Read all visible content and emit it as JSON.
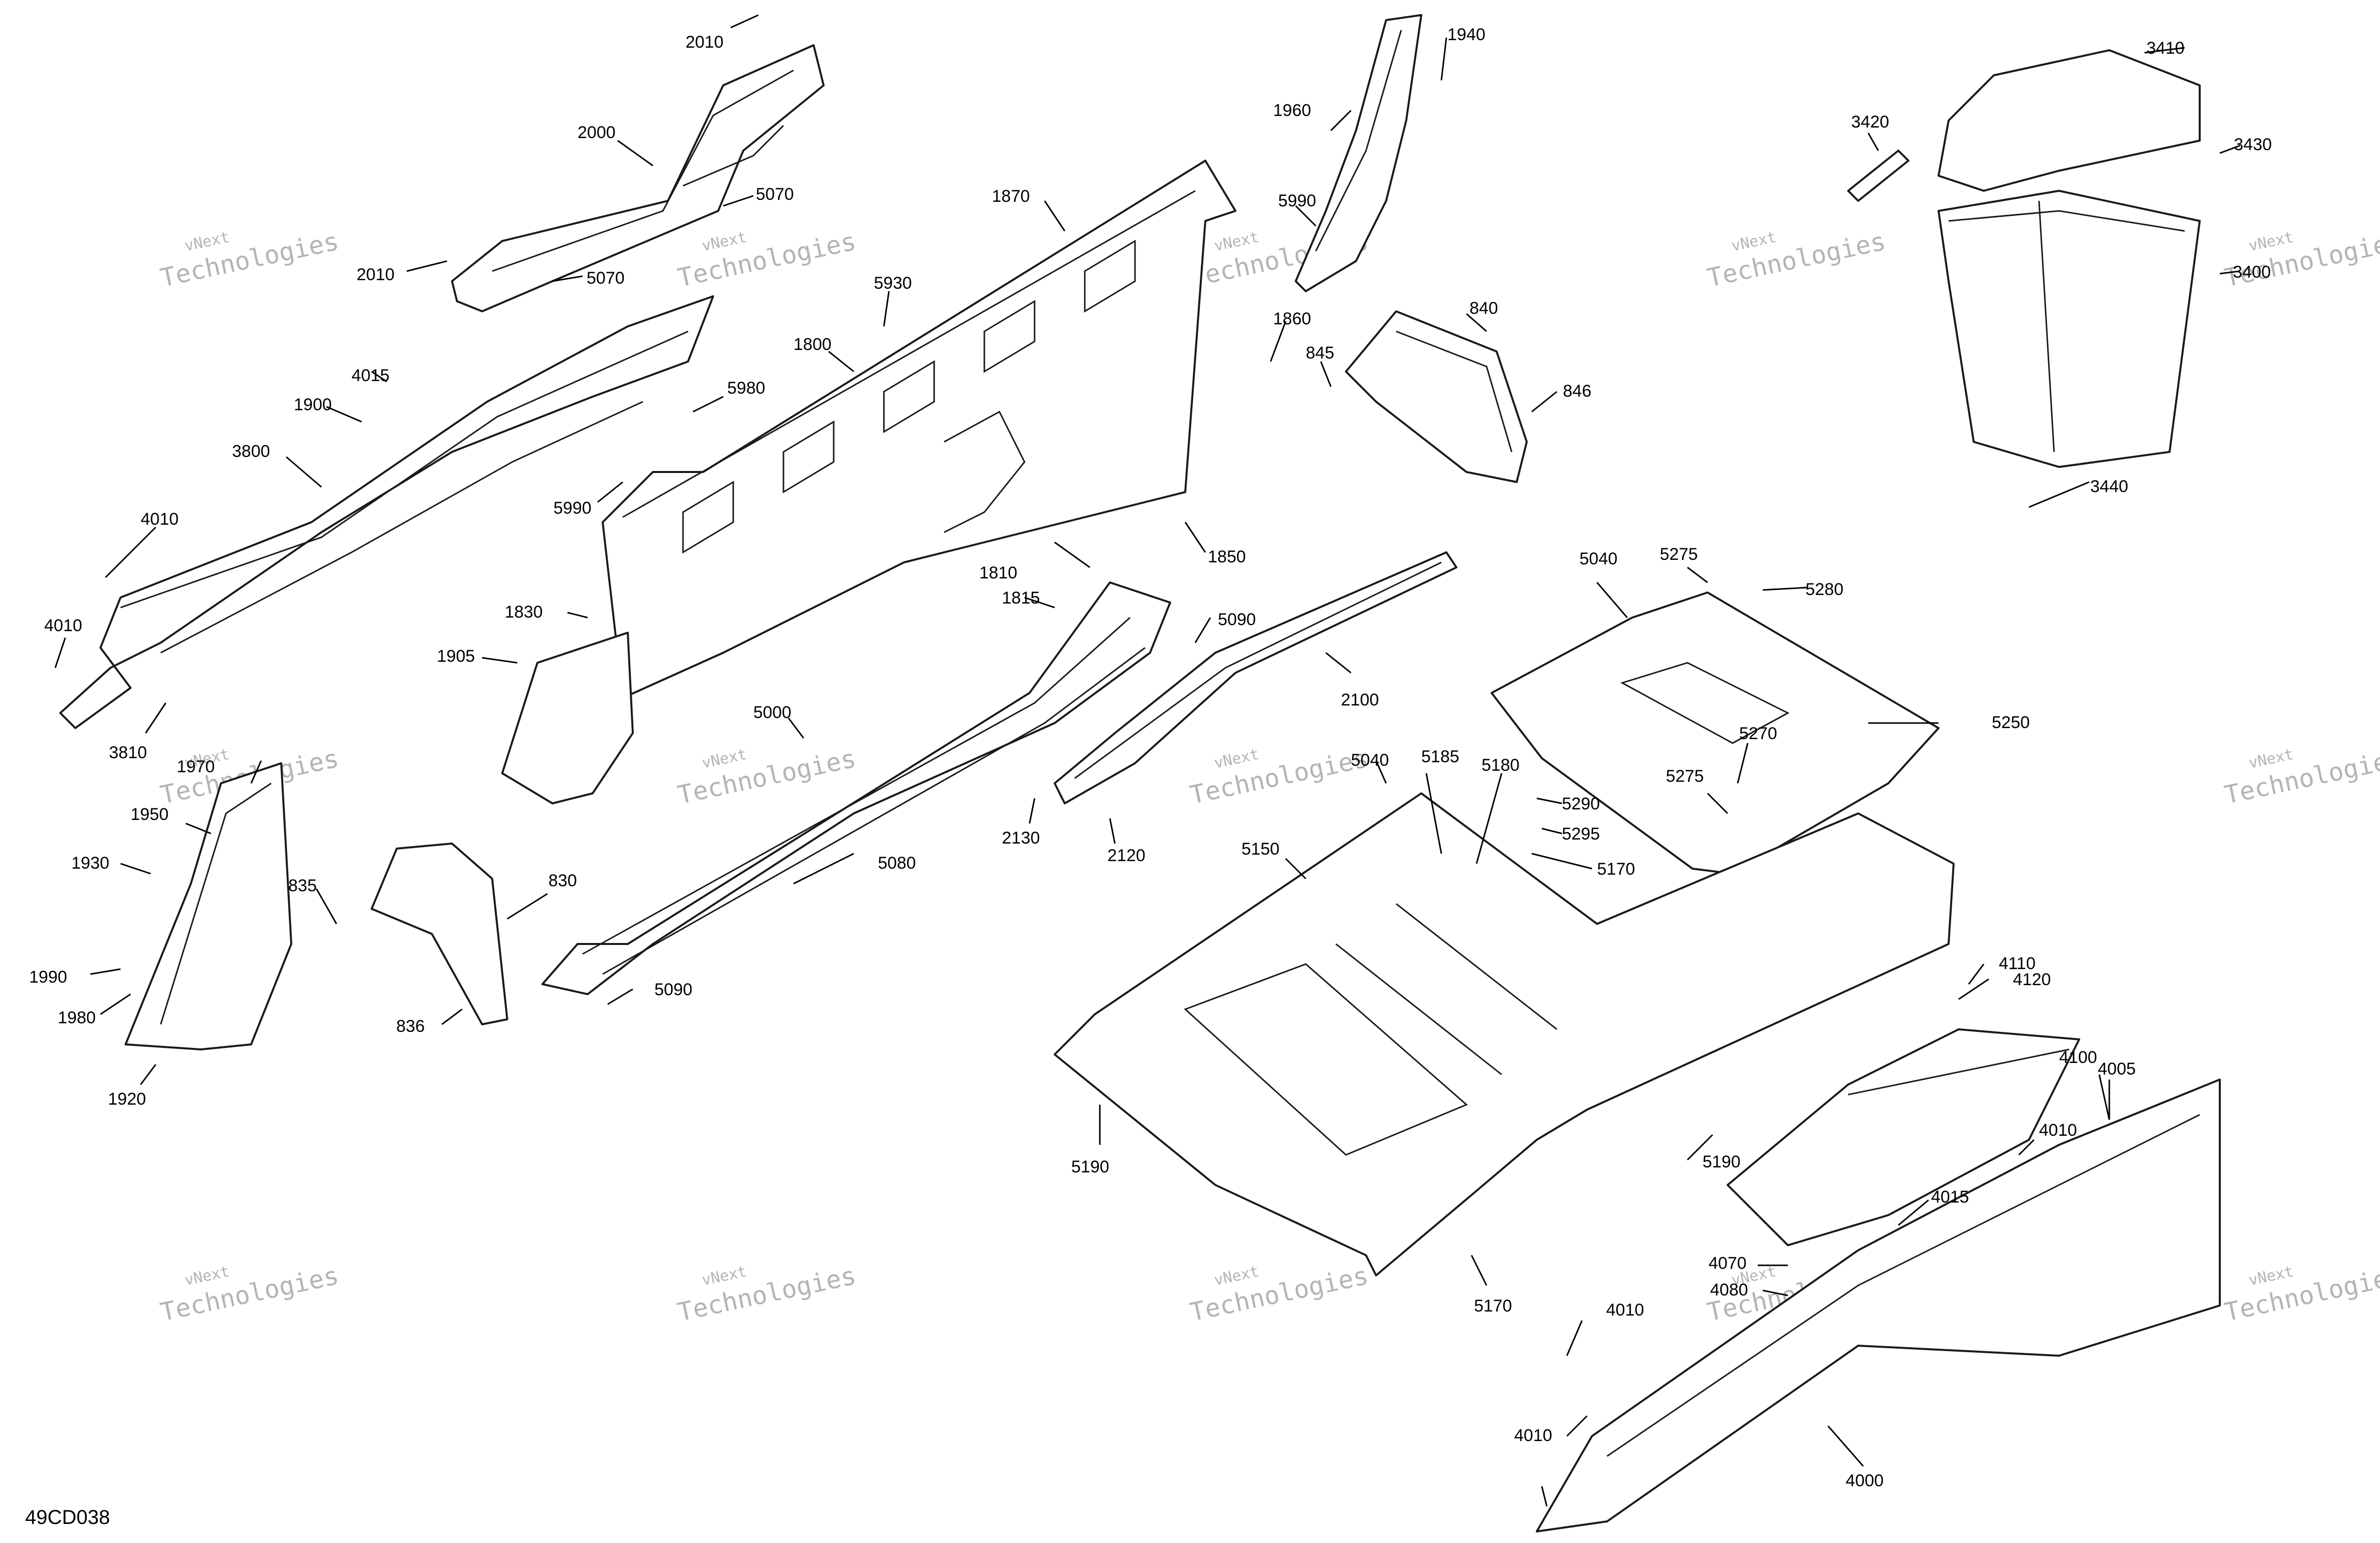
{
  "figure_code": "49CD038",
  "watermark": {
    "line1": "vNext",
    "line2": "Technologies"
  },
  "callouts": {
    "c2010a": "2010",
    "c2000": "2000",
    "c5070a": "5070",
    "c2010b": "2010",
    "c5070b": "5070",
    "c1870": "1870",
    "c5930": "5930",
    "c1800": "1800",
    "c5980": "5980",
    "c5990a": "5990",
    "c4015a": "4015",
    "c1900": "1900",
    "c3800": "3800",
    "c4010a": "4010",
    "c4010b": "4010",
    "c3810": "3810",
    "c1830": "1830",
    "c1905": "1905",
    "c1810": "1810",
    "c1815": "1815",
    "c5000": "5000",
    "c5090a": "5090",
    "c2100": "2100",
    "c1960": "1960",
    "c1940": "1940",
    "c5990b": "5990",
    "c1860": "1860",
    "c845": "845",
    "c840": "840",
    "c846": "846",
    "c1850": "1850",
    "c3410": "3410",
    "c3420": "3420",
    "c3430": "3430",
    "c3400": "3400",
    "c3440": "3440",
    "c5040a": "5040",
    "c5275a": "5275",
    "c5280": "5280",
    "c5250": "5250",
    "c5270": "5270",
    "c5275b": "5275",
    "c1970": "1970",
    "c1950": "1950",
    "c1930": "1930",
    "c835": "835",
    "c830": "830",
    "c1990": "1990",
    "c1980": "1980",
    "c1920": "1920",
    "c836": "836",
    "c5090b": "5090",
    "c5080": "5080",
    "c2130": "2130",
    "c2120": "2120",
    "c5040b": "5040",
    "c5185": "5185",
    "c5180": "5180",
    "c5290": "5290",
    "c5295": "5295",
    "c5170a": "5170",
    "c5150": "5150",
    "c5190a": "5190",
    "c5190b": "5190",
    "c5170b": "5170",
    "c4110": "4110",
    "c4120": "4120",
    "c4100": "4100",
    "c4005": "4005",
    "c4010c": "4010",
    "c4015b": "4015",
    "c4070": "4070",
    "c4080": "4080",
    "c4010d": "4010",
    "c4010e": "4010",
    "c4000": "4000"
  }
}
